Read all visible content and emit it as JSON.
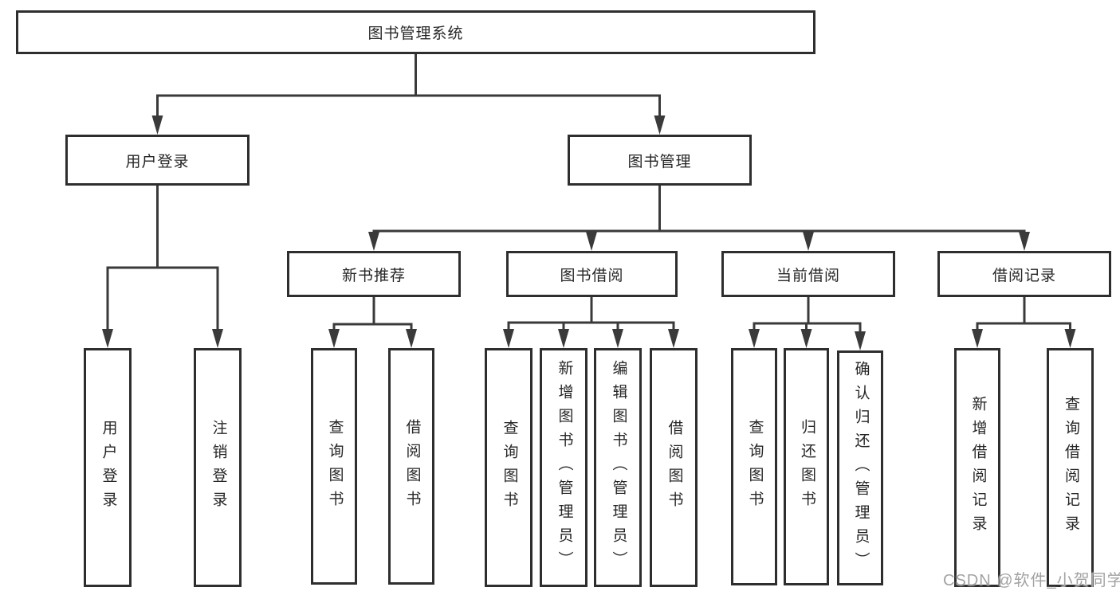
{
  "diagram": {
    "root_label": "图书管理系统",
    "branches": {
      "user_login": {
        "label": "用户登录",
        "children": [
          "用户登录",
          "注销登录"
        ]
      },
      "book_mgmt": {
        "label": "图书管理"
      },
      "new_book_rec": {
        "label": "新书推荐",
        "children": [
          "查询图书",
          "借阅图书"
        ]
      },
      "book_borrow": {
        "label": "图书借阅",
        "children": [
          "查询图书",
          "新增图书（管理员）",
          "编辑图书（管理员）",
          "借阅图书"
        ]
      },
      "current_borrow": {
        "label": "当前借阅",
        "children": [
          "查询图书",
          "归还图书",
          "确认归还（管理员）"
        ]
      },
      "borrow_records": {
        "label": "借阅记录",
        "children": [
          "新增借阅记录",
          "查询借阅记录"
        ]
      }
    },
    "colors": {
      "line": "#3a3a3a",
      "border": "#2e2e2e",
      "text": "#262626",
      "background": "#ffffff",
      "watermark": "#a3a3a3"
    }
  },
  "watermark_text": "CSDN @软件_小贺同学"
}
